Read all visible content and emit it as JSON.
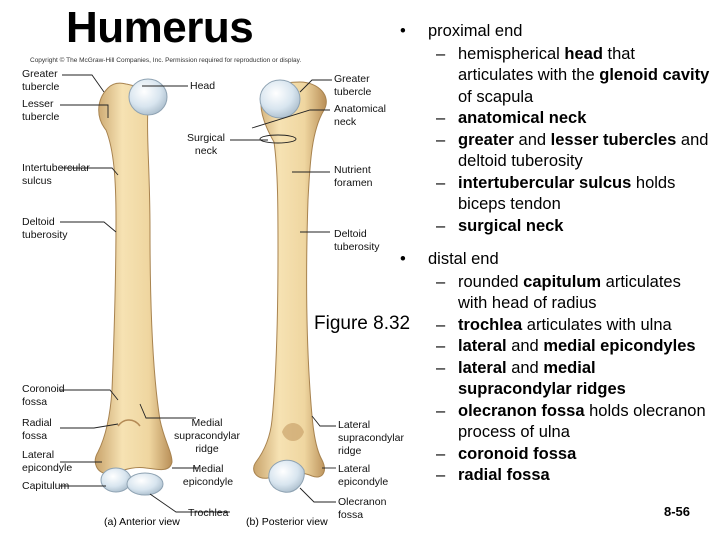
{
  "title": "Humerus",
  "copyright": "Copyright © The McGraw-Hill Companies, Inc. Permission required for reproduction or display.",
  "figure_caption": "Figure 8.32",
  "page_number": "8-56",
  "views": {
    "anterior": "(a) Anterior view",
    "posterior": "(b) Posterior view"
  },
  "labels": {
    "greater_tubercle_left": [
      "Greater",
      "tubercle"
    ],
    "lesser_tubercle": [
      "Lesser",
      "tubercle"
    ],
    "head": [
      "Head"
    ],
    "greater_tubercle_right": [
      "Greater",
      "tubercle"
    ],
    "anatomical_neck": [
      "Anatomical",
      "neck"
    ],
    "surgical_neck": [
      "Surgical",
      "neck"
    ],
    "intertubercular_sulcus": [
      "Intertubercular",
      "sulcus"
    ],
    "nutrient_foramen": [
      "Nutrient",
      "foramen"
    ],
    "deltoid_tuberosity_left": [
      "Deltoid",
      "tuberosity"
    ],
    "deltoid_tuberosity_right": [
      "Deltoid",
      "tuberosity"
    ],
    "coronoid_fossa": [
      "Coronoid",
      "fossa"
    ],
    "radial_fossa": [
      "Radial",
      "fossa"
    ],
    "lateral_epicondyle_left": [
      "Lateral",
      "epicondyle"
    ],
    "capitulum": [
      "Capitulum"
    ],
    "medial_supracondylar_ridge": [
      "Medial",
      "supracondylar",
      "ridge"
    ],
    "medial_epicondyle": [
      "Medial",
      "epicondyle"
    ],
    "trochlea": [
      "Trochlea"
    ],
    "lateral_supracondylar_ridge": [
      "Lateral",
      "supracondylar",
      "ridge"
    ],
    "lateral_epicondyle_right": [
      "Lateral",
      "epicondyle"
    ],
    "olecranon_fossa": [
      "Olecranon",
      "fossa"
    ]
  },
  "proximal": {
    "heading": "proximal end",
    "items": [
      [
        {
          "t": "hemispherical "
        },
        {
          "t": "head",
          "b": true
        },
        {
          "t": " that articulates with the "
        },
        {
          "t": "glenoid cavity",
          "b": true
        },
        {
          "t": " of scapula"
        }
      ],
      [
        {
          "t": "anatomical neck",
          "b": true
        }
      ],
      [
        {
          "t": "greater",
          "b": true
        },
        {
          "t": " and "
        },
        {
          "t": "lesser tubercles",
          "b": true
        },
        {
          "t": " and deltoid tuberosity"
        }
      ],
      [
        {
          "t": "intertubercular sulcus",
          "b": true
        },
        {
          "t": " holds biceps tendon"
        }
      ],
      [
        {
          "t": "surgical neck",
          "b": true
        }
      ]
    ]
  },
  "distal": {
    "heading": "distal end",
    "items": [
      [
        {
          "t": "rounded "
        },
        {
          "t": "capitulum",
          "b": true
        },
        {
          "t": " articulates with head of radius"
        }
      ],
      [
        {
          "t": "trochlea",
          "b": true
        },
        {
          "t": " articulates with ulna"
        }
      ],
      [
        {
          "t": "lateral",
          "b": true
        },
        {
          "t": " and "
        },
        {
          "t": "medial epicondyles",
          "b": true
        }
      ],
      [
        {
          "t": "lateral",
          "b": true
        },
        {
          "t": " and "
        },
        {
          "t": "medial supracondylar ridges",
          "b": true
        }
      ],
      [
        {
          "t": "olecranon fossa",
          "b": true
        },
        {
          "t": " holds olecranon process of ulna"
        }
      ],
      [
        {
          "t": "coronoid fossa",
          "b": true
        }
      ],
      [
        {
          "t": "radial fossa",
          "b": true
        }
      ]
    ]
  },
  "colors": {
    "bone": "#f0d9a6",
    "bone_shadow": "#c7a16a",
    "cartilage": "#d6e4ee",
    "leader": "#222222"
  }
}
